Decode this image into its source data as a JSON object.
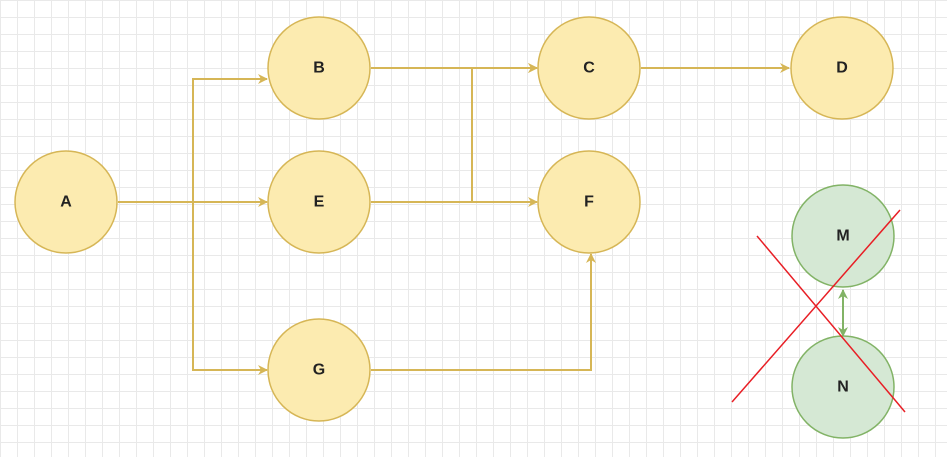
{
  "colors": {
    "node_fill": "#fcebb0",
    "node_stroke": "#d6b656",
    "edge": "#d6b656",
    "excluded_fill": "#d5e8d4",
    "excluded_stroke": "#82b366",
    "excluded_edge": "#82b366",
    "cross": "#e81e25"
  },
  "nodes": {
    "A": "A",
    "B": "B",
    "C": "C",
    "D": "D",
    "E": "E",
    "F": "F",
    "G": "G",
    "M": "M",
    "N": "N"
  },
  "edges": [
    {
      "from": "A",
      "to": "B"
    },
    {
      "from": "A",
      "to": "E"
    },
    {
      "from": "A",
      "to": "G"
    },
    {
      "from": "B",
      "to": "C"
    },
    {
      "from": "E",
      "to": "C"
    },
    {
      "from": "E",
      "to": "F"
    },
    {
      "from": "C",
      "to": "D"
    },
    {
      "from": "G",
      "to": "F"
    },
    {
      "from": "M",
      "to": "N",
      "bidirectional": true
    }
  ],
  "crossed_out": [
    "M",
    "N"
  ]
}
